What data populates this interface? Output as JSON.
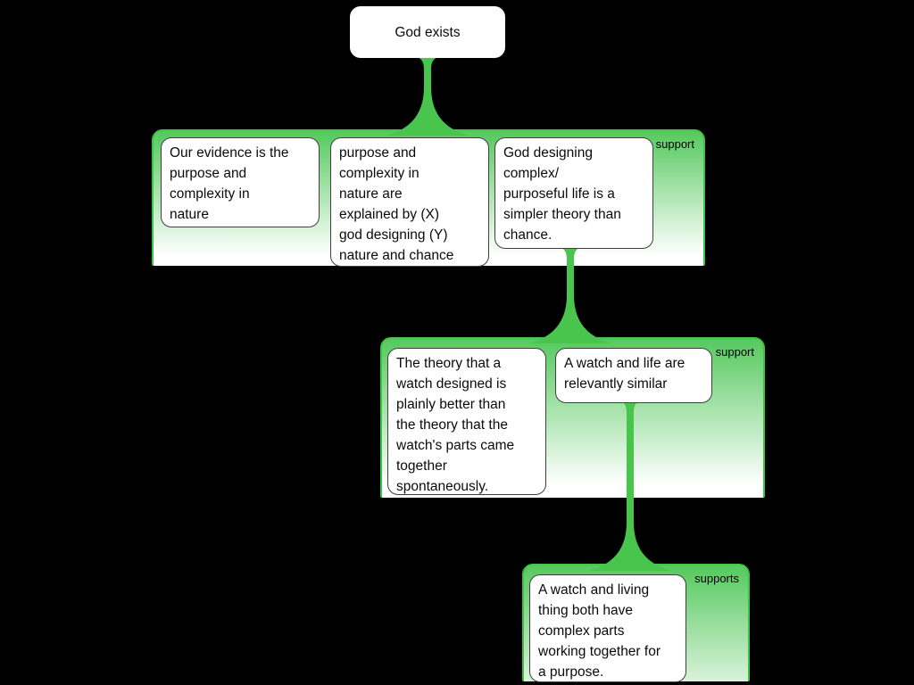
{
  "app": {
    "description": "argument map canvas"
  },
  "root": {
    "text": "God exists"
  },
  "groups": [
    {
      "label": "support",
      "boxes": [
        {
          "text": "Our evidence is the\npurpose and\ncomplexity in\nnature"
        },
        {
          "text": "purpose and\ncomplexity in\nnature are\nexplained by (X)\ngod designing (Y)\nnature and chance"
        },
        {
          "text": "God designing\ncomplex/\npurposeful life is a\nsimpler theory than\nchance."
        }
      ]
    },
    {
      "label": "support",
      "boxes": [
        {
          "text": "The theory that a\nwatch designed is\nplainly better than\nthe theory that the\nwatch's parts came\ntogether\nspontaneously."
        },
        {
          "text": "A watch and life are\nrelevantly similar"
        }
      ]
    },
    {
      "label": "supports",
      "boxes": [
        {
          "text": "A watch and living\nthing both have\ncomplex parts\nworking together for\na purpose."
        }
      ]
    }
  ],
  "colors": {
    "background": "#000000",
    "group_border_green": "#3ec33e",
    "group_gradient_top": "#55c95e",
    "connector_green": "#49c44c",
    "node_background": "#ffffff",
    "node_border": "#3f3f3f",
    "text": "#0a0a0a"
  }
}
